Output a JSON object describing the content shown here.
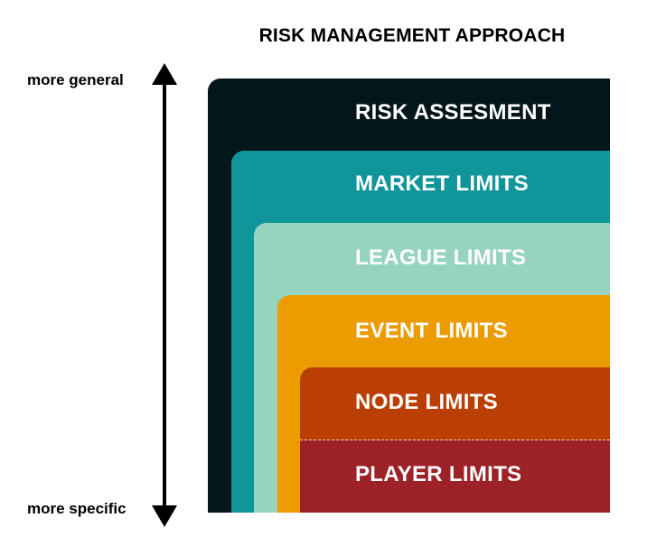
{
  "title": "RISK MANAGEMENT APPROACH",
  "axis": {
    "top_label": "more general",
    "bottom_label": "more specific"
  },
  "layers": [
    {
      "label": "RISK ASSESMENT",
      "color": "#02161c",
      "text_color": "#ffffff"
    },
    {
      "label": "MARKET LIMITS",
      "color": "#10959a",
      "text_color": "#ffffff"
    },
    {
      "label": "LEAGUE LIMITS",
      "color": "#96d4c0",
      "text_color": "#ffffff"
    },
    {
      "label": "EVENT LIMITS",
      "color": "#ec9b00",
      "text_color": "#ffffff"
    },
    {
      "label": "NODE LIMITS",
      "color": "#bb3e03",
      "text_color": "#ffffff"
    },
    {
      "label": "PLAYER LIMITS",
      "color": "#9c2227",
      "text_color": "#ffffff"
    }
  ]
}
